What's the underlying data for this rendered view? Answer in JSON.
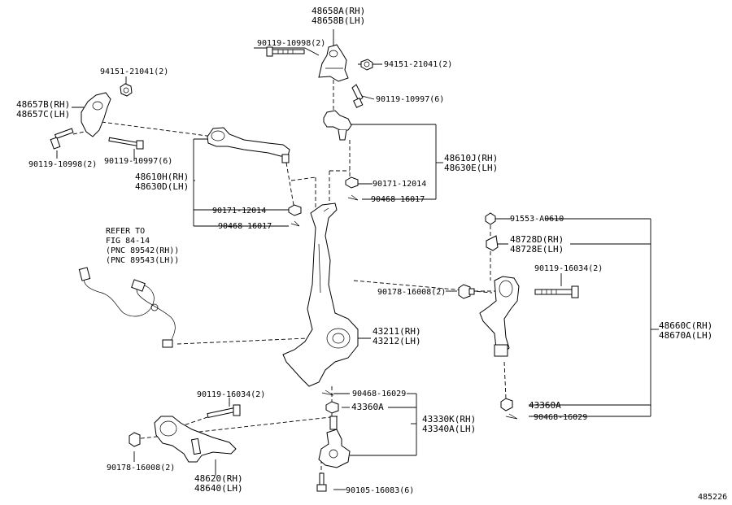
{
  "labels": {
    "top_bracket_rh": "48658A(RH)",
    "top_bracket_lh": "48658B(LH)",
    "bolt_top": "90119-10998(2)",
    "nut_top_right": "94151-21041(2)",
    "bolt_top_right": "90119-10997(6)",
    "nut_left": "94151-21041(2)",
    "left_bracket_rh": "48657B(RH)",
    "left_bracket_lh": "48657C(LH)",
    "bolt_left_1": "90119-10998(2)",
    "bolt_left_2": "90119-10997(6)",
    "upper_arm_l_rh": "48610H(RH)",
    "upper_arm_l_lh": "48630D(LH)",
    "nut_arm_l": "90171-12014",
    "pin_arm_l": "90468-16017",
    "upper_arm_r_rh": "48610J(RH)",
    "upper_arm_r_lh": "48630E(LH)",
    "nut_arm_r": "90171-12014",
    "pin_arm_r": "90468-16017",
    "refer_1": "REFER TO",
    "refer_2": "FIG 84-14",
    "refer_3": "(PNC 89542(RH))",
    "refer_4": "(PNC 89543(LH))",
    "bolt_right_top": "91553-A0610",
    "bracket_right_rh": "48728D(RH)",
    "bracket_right_lh": "48728E(LH)",
    "bolt_right_long": "90119-16034(2)",
    "nut_right_hex": "90178-16008(2)",
    "strut_arm_rh": "48660C(RH)",
    "strut_arm_lh": "48670A(LH)",
    "knuckle_rh": "43211(RH)",
    "knuckle_lh": "43212(LH)",
    "pin_balljoint": "90468-16029",
    "nut_balljoint": "43360A",
    "balljoint_rh": "43330K(RH)",
    "balljoint_lh": "43340A(LH)",
    "nut_right_low": "43360A",
    "pin_right_low": "90468-16029",
    "bolt_lower_left": "90119-16034(2)",
    "nut_lower_left": "90178-16008(2)",
    "lower_arm_rh": "48620(RH)",
    "lower_arm_lh": "48640(LH)",
    "bolt_bottom": "90105-16083(6)",
    "figure_number": "485226"
  }
}
